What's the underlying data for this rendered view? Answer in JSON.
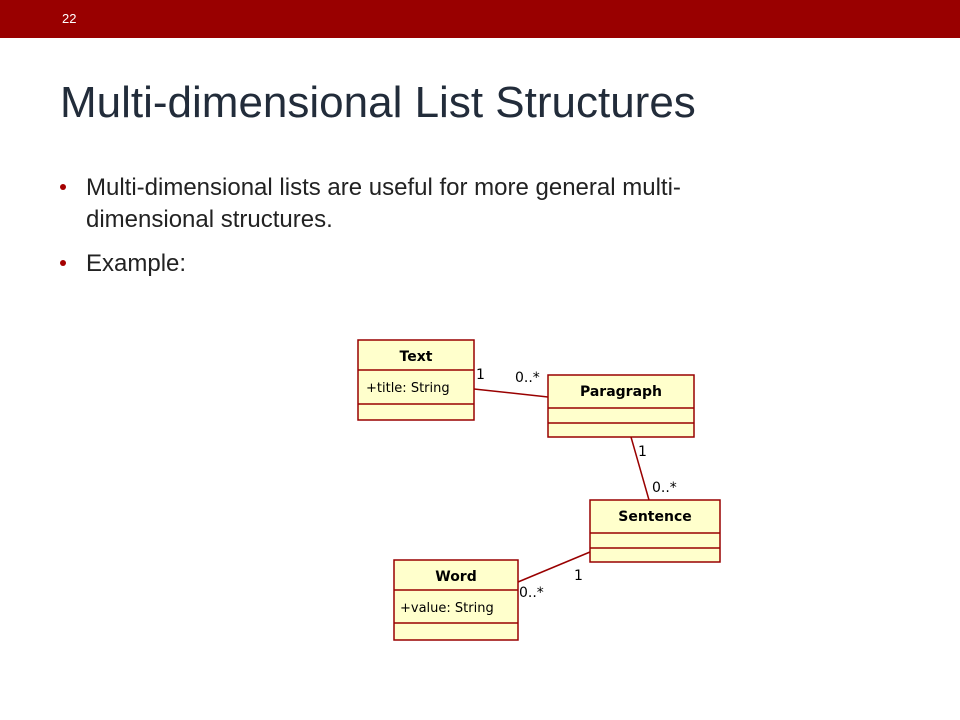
{
  "slide": {
    "number": "22"
  },
  "title": "Multi-dimensional List Structures",
  "bullets": [
    "Multi-dimensional lists are useful for more general multi-\ndimensional structures.",
    "Example:"
  ],
  "diagram": {
    "colors": {
      "box_fill": "#ffffcc",
      "border": "#990000",
      "line": "#990000"
    },
    "classes": [
      {
        "name": "Text",
        "attributes": [
          "+title: String"
        ]
      },
      {
        "name": "Paragraph",
        "attributes": []
      },
      {
        "name": "Sentence",
        "attributes": []
      },
      {
        "name": "Word",
        "attributes": [
          "+value: String"
        ]
      }
    ],
    "associations": [
      {
        "from": "Text",
        "to": "Paragraph",
        "from_mult": "1",
        "to_mult": "0..*"
      },
      {
        "from": "Paragraph",
        "to": "Sentence",
        "from_mult": "1",
        "to_mult": "0..*"
      },
      {
        "from": "Sentence",
        "to": "Word",
        "from_mult": "1",
        "to_mult": "0..*"
      }
    ]
  }
}
